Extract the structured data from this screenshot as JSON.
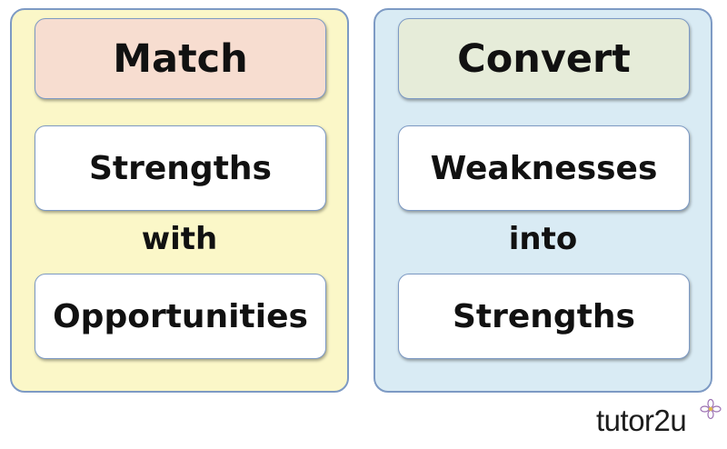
{
  "left_panel": {
    "header": "Match",
    "top_item": "Strengths",
    "connector": "with",
    "bottom_item": "Opportunities"
  },
  "right_panel": {
    "header": "Convert",
    "top_item": "Weaknesses",
    "connector": "into",
    "bottom_item": "Strengths"
  },
  "logo": {
    "text": "tutor2u",
    "icon": "flower-icon"
  },
  "colors": {
    "left_panel_bg": "#fbf7c8",
    "right_panel_bg": "#d9ebf4",
    "left_header_bg": "#f7ddd0",
    "right_header_bg": "#e6ecd9",
    "border": "#7d9ac4"
  }
}
